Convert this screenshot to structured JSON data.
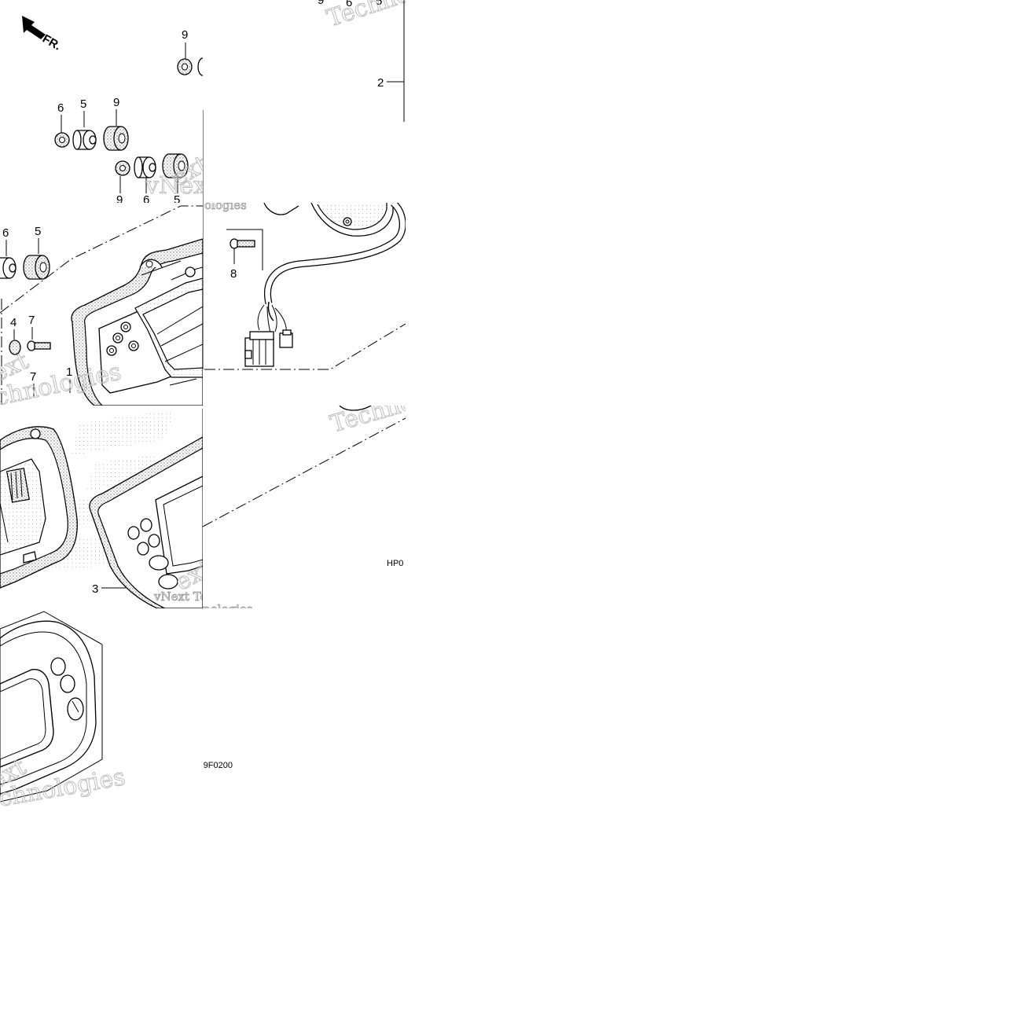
{
  "diagram": {
    "direction_label": "FR.",
    "callouts": [
      {
        "id": "c9a",
        "text": "9"
      },
      {
        "id": "c6a",
        "text": "6"
      },
      {
        "id": "c5a",
        "text": "5"
      },
      {
        "id": "c9b",
        "text": "9"
      },
      {
        "id": "c9c",
        "text": "9"
      },
      {
        "id": "c6b",
        "text": "6"
      },
      {
        "id": "c5b",
        "text": "5"
      },
      {
        "id": "c9d",
        "text": "9"
      },
      {
        "id": "c6c",
        "text": "6"
      },
      {
        "id": "c5c",
        "text": "5"
      },
      {
        "id": "c2",
        "text": "2"
      },
      {
        "id": "c6d",
        "text": "6"
      },
      {
        "id": "c5d",
        "text": "5"
      },
      {
        "id": "c4",
        "text": "4"
      },
      {
        "id": "c7a",
        "text": "7"
      },
      {
        "id": "c7b",
        "text": "7"
      },
      {
        "id": "c1",
        "text": "1"
      },
      {
        "id": "c8",
        "text": "8"
      },
      {
        "id": "c3",
        "text": "3"
      }
    ],
    "codes": [
      {
        "id": "code-hp",
        "text": "HP0"
      },
      {
        "id": "code-f",
        "text": ")9F0200"
      }
    ],
    "watermarks": [
      "Techno",
      "vNext Tec",
      "ologies",
      "ext",
      "chnologies",
      "Technol",
      "vNext Tec",
      "nologies",
      "ext",
      "chnologies"
    ],
    "colors": {
      "ink": "#000000",
      "watermark": "#bdbdbd",
      "paper": "#ffffff"
    }
  }
}
